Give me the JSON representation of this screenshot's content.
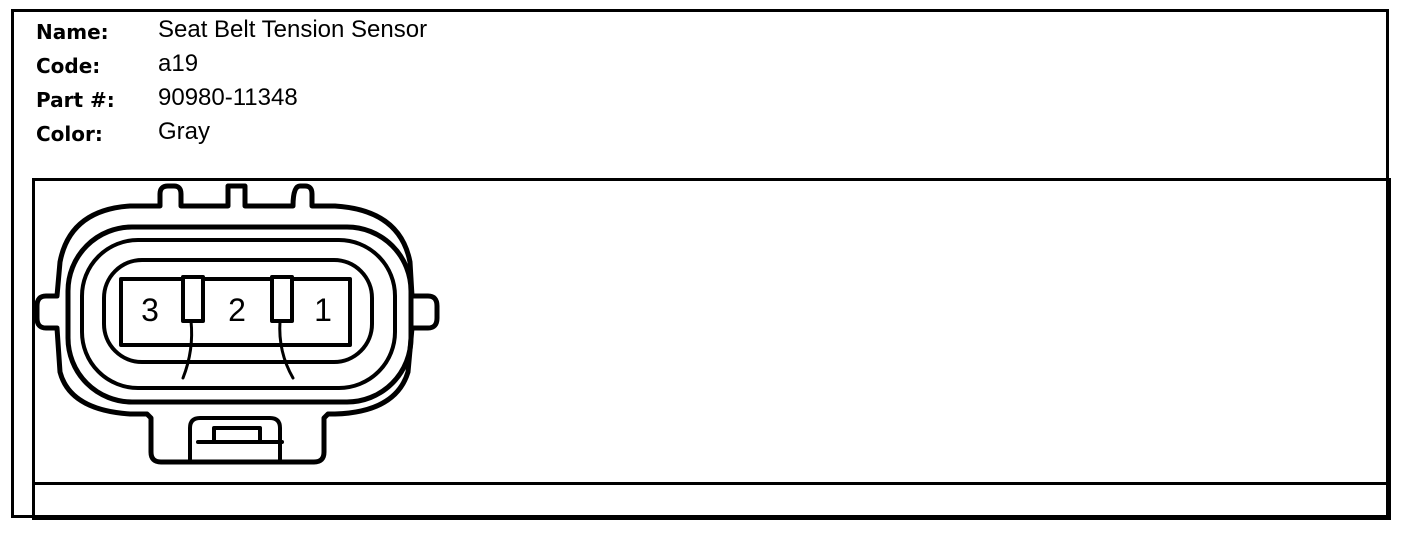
{
  "connector": {
    "fields": [
      {
        "label": "Name:",
        "value": "Seat Belt Tension Sensor"
      },
      {
        "label": "Code:",
        "value": "a19"
      },
      {
        "label": "Part #:",
        "value": "90980-11348"
      },
      {
        "label": "Color:",
        "value": "Gray"
      }
    ],
    "pins": [
      "3",
      "2",
      "1"
    ]
  }
}
